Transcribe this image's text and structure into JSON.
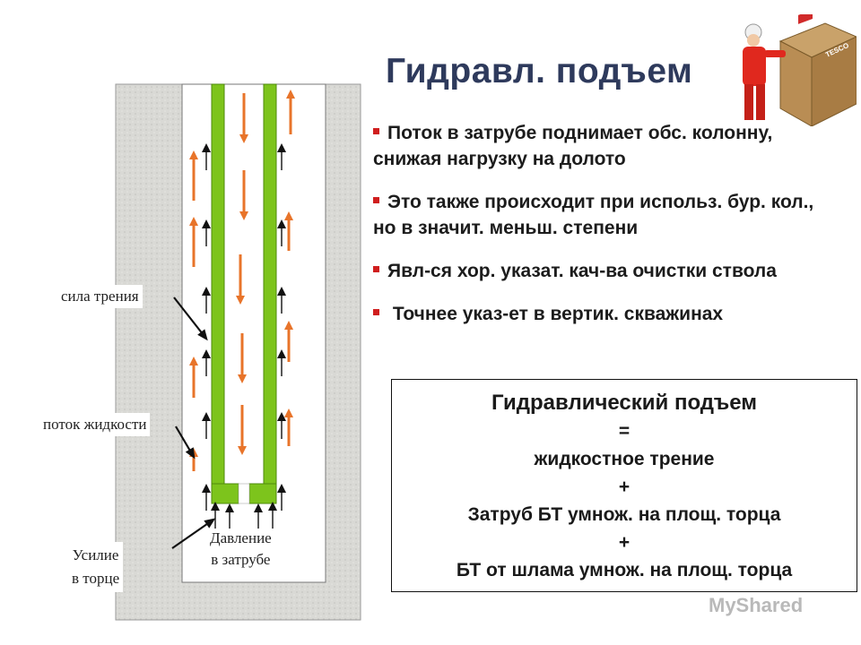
{
  "title": "Гидравл. подъем",
  "bullets": [
    "Поток в затрубе поднимает обс. колонну, снижая нагрузку на долото",
    "Это также происходит при использ. бур. кол., но в значит. меньш. степени",
    "Явл-ся хор. указат. кач-ва очистки ствола",
    " Точнее указ-ет в вертик. скважинах"
  ],
  "formula": {
    "title": "Гидравлический подъем",
    "lines": [
      "=",
      "жидкостное трение",
      "+",
      "Затруб БТ умнож. на площ. торца",
      "+",
      "БТ от шлама умнож. на площ. торца"
    ]
  },
  "labels": {
    "friction": "сила трения",
    "flow": "поток жидкости",
    "end_force_1": "Усилие",
    "end_force_2": "в торце",
    "annulus_pressure_1": "Давление",
    "annulus_pressure_2": "в затрубе"
  },
  "logo_text": "TESCO",
  "watermark": "MyShared",
  "colors": {
    "title": "#2e3a5c",
    "bullet": "#d01e1e",
    "pipe": "#7dc41c",
    "arrow": "#e8742a",
    "rock": "#d6d6d2"
  }
}
